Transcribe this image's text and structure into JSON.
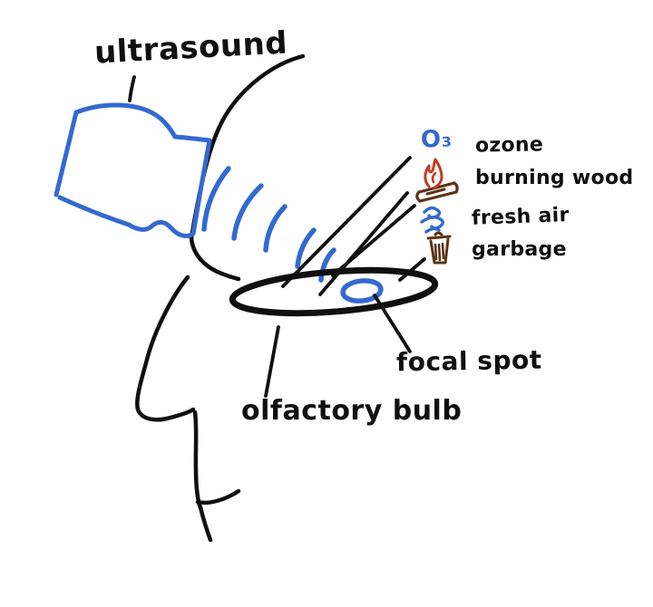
{
  "colors": {
    "background": "#ffffff",
    "ink": "#101010",
    "blue": "#3469d1",
    "brown": "#5c3317",
    "red": "#c63b22"
  },
  "labels": {
    "ultrasound": "ultrasound",
    "focal_spot": "focal spot",
    "olfactory_bulb": "olfactory bulb"
  },
  "legend": [
    {
      "symbol": "O₃",
      "label": "ozone",
      "icon": "ozone-symbol"
    },
    {
      "label": "burning wood",
      "icon": "burning-wood-icon"
    },
    {
      "label": "fresh air",
      "icon": "wind-icon"
    },
    {
      "label": "garbage",
      "icon": "trash-icon"
    }
  ]
}
